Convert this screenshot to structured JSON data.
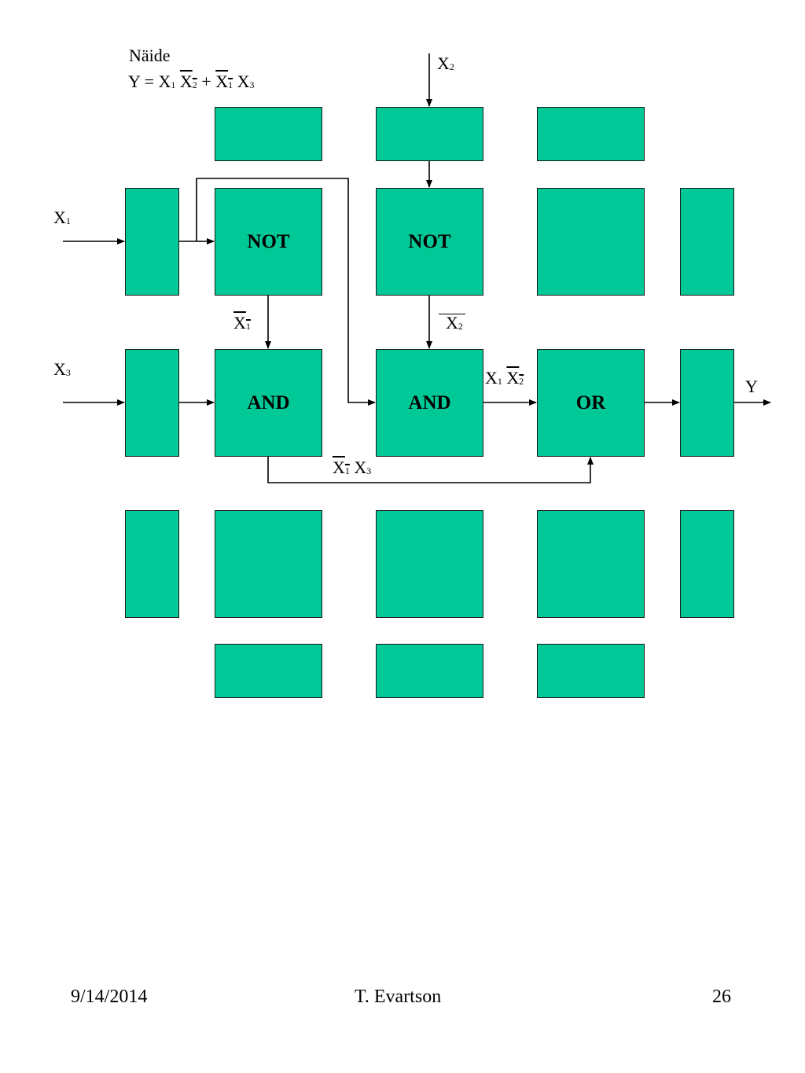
{
  "title": {
    "heading": "Näide",
    "equation": {
      "prefix": "Y = X",
      "s1": "1",
      "x2": "X",
      "s2": "2",
      "plus": " + ",
      "x1": "X",
      "s1b": "1",
      "x3": " X",
      "s3": "3"
    }
  },
  "signals": {
    "x1": {
      "base": "X",
      "sub": "1"
    },
    "x2": {
      "base": "X",
      "sub": "2"
    },
    "x3": {
      "base": "X",
      "sub": "3"
    },
    "not_x1": {
      "base": "X",
      "sub": "1"
    },
    "not_x2": {
      "base": "X",
      "sub": "2"
    },
    "x1_not_x2": {
      "a": "X",
      "a_sub": "1",
      "b": "X",
      "b_sub": "2"
    },
    "not_x1_x3": {
      "a": "X",
      "a_sub": "1",
      "b": " X",
      "b_sub": "3"
    },
    "y": "Y"
  },
  "gates": {
    "not1": "NOT",
    "not2": "NOT",
    "and1": "AND",
    "and2": "AND",
    "or1": "OR"
  },
  "footer": {
    "date": "9/14/2014",
    "author": "T. Evartson",
    "page": "26"
  },
  "colors": {
    "cell_fill": "#00c896",
    "stroke": "#000000"
  }
}
